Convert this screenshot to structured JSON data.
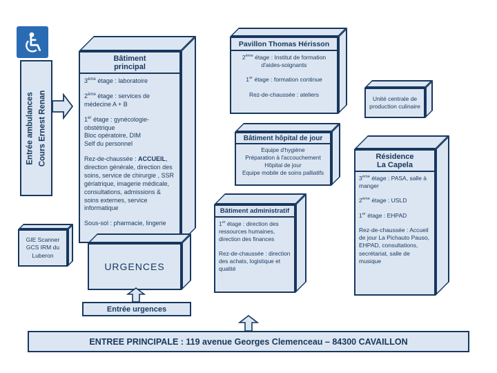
{
  "colors": {
    "box_fill": "#dce6f2",
    "box_border": "#17375e",
    "text": "#17375e",
    "icon_bg": "#2a6cb3"
  },
  "left_entrance": {
    "line1": "Entrée ambulances",
    "line2": "Cours Ernest Renan"
  },
  "buildings": {
    "principal": {
      "title": "Bâtiment principal",
      "paragraphs": [
        "3ème étage : laboratoire",
        "2ème étage : services de médecine A + B",
        "1er étage : gynécologie-obstétrique",
        "Bloc opératoire, DIM",
        "Self du personnel",
        "Rez-de-chaussée : ACCUEIL, direction générale, direction des soins, service de chirurgie , SSR gériatrique, imagerie médicale, consultations, admissions & soins externes, service informatique",
        "Sous-sol : pharmacie, lingerie"
      ]
    },
    "pavillon": {
      "title": "Pavillon Thomas Hérisson",
      "paragraphs": [
        "2ème étage : Institut de formation d'aides-soignants",
        "1er étage : formation continue",
        "Rez-de-chaussée : ateliers"
      ]
    },
    "unite_culinaire": {
      "label": "Unité centrale de production culinaire"
    },
    "hopital_jour": {
      "title": "Bâtiment hôpital de jour",
      "paragraphs": [
        "Equipe d'hygiène",
        "Préparation à l'accouchement",
        "Hôpital de jour",
        "Equipe mobile de soins palliatifs"
      ]
    },
    "capela": {
      "title": "Résidence La Capela",
      "paragraphs": [
        "3ème étage : PASA, salle à manger",
        "2ème étage : USLD",
        "1er étage : EHPAD",
        "Rez-de-chaussée : Accueil de jour La Pichauto Pauso, EHPAD, consultations, secrétariat, salle de musique"
      ]
    },
    "administratif": {
      "title": "Bâtiment administratif",
      "paragraphs": [
        "1er étage : direction des ressources humaines, direction des finances",
        "Rez-de-chaussée : direction des achats, logistique et qualité"
      ]
    },
    "gie": {
      "label": "GIE Scanner GCS IRM du Luberon"
    },
    "urgences": {
      "label": "URGENCES"
    }
  },
  "entrances": {
    "urgences_label": "Entrée urgences",
    "main_label": "ENTREE PRINCIPALE : 119 avenue Georges Clemenceau – 84300 CAVAILLON"
  }
}
